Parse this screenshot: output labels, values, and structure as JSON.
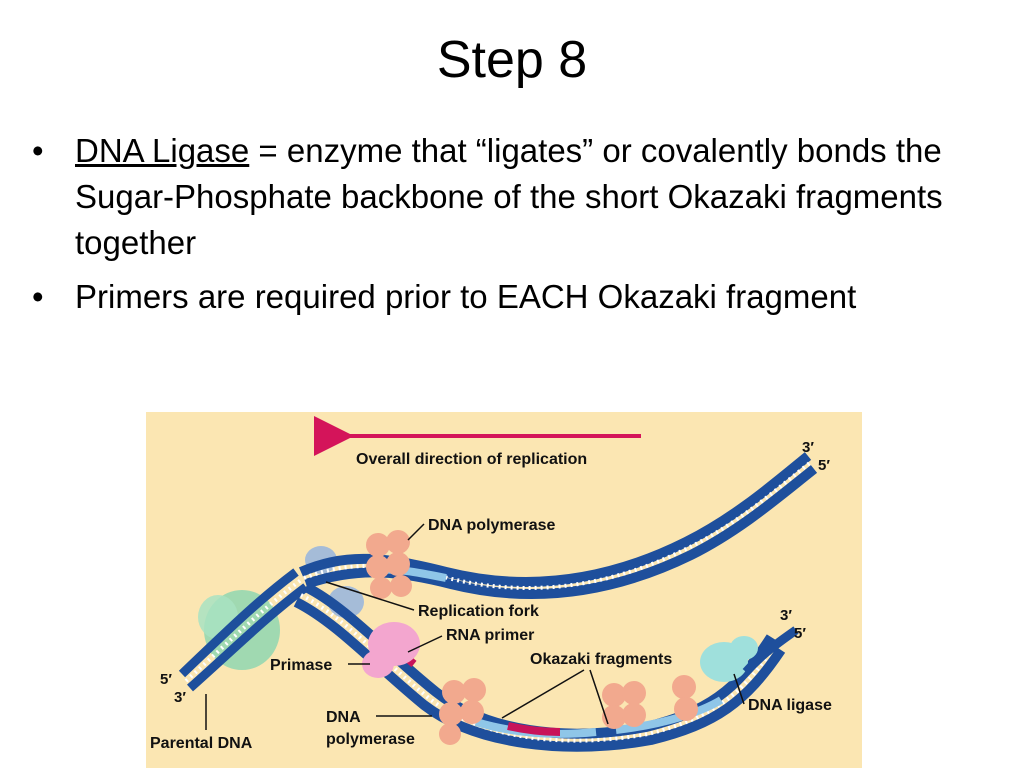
{
  "slide": {
    "title": "Step 8",
    "bullets": [
      {
        "term": "DNA Ligase",
        "text": " = enzyme that “ligates” or covalently bonds the Sugar-Phosphate backbone of the short Okazaki fragments together"
      },
      {
        "term": "",
        "text": "Primers are required prior to EACH Okazaki fragment"
      }
    ]
  },
  "figure": {
    "direction_label": "Overall direction of replication",
    "labels": {
      "dna_polymerase_top": "DNA polymerase",
      "replication_fork": "Replication fork",
      "rna_primer": "RNA primer",
      "primase": "Primase",
      "okazaki_fragments": "Okazaki fragments",
      "dna_ligase": "DNA ligase",
      "dna_polymerase_bottom_1": "DNA",
      "dna_polymerase_bottom_2": "polymerase",
      "parental_dna": "Parental DNA"
    },
    "strand_ends": {
      "top_3": "3′",
      "top_5": "5′",
      "mid_3": "3′",
      "mid_5": "5′",
      "left_5": "5′",
      "left_3": "3′"
    },
    "colors": {
      "background": "#fbe6b2",
      "parental_strand": "#1e4f9c",
      "new_strand": "#8fc6e8",
      "rna_primer": "#c8135a",
      "arrow": "#d4145a",
      "polymerase": "#f2a98e",
      "primase": "#f3a6cf",
      "helicase": "#8fd6b0",
      "ligase": "#9fe0dc"
    }
  }
}
